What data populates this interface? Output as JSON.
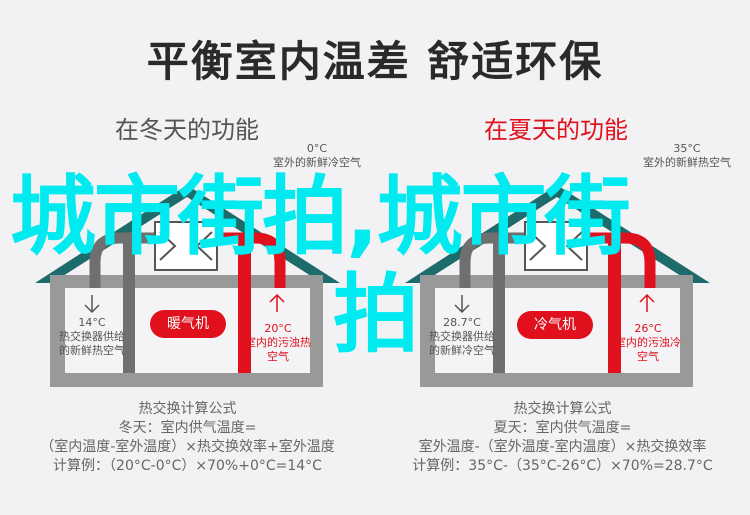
{
  "title": "平衡室内温差 舒适环保",
  "winter": {
    "heading": "在冬天的功能",
    "outdoor_temp": "0°C",
    "outdoor_desc": "室外的新鲜冷空气",
    "supply_temp": "14°C",
    "supply_desc": "热交换器供给的新鲜热空气",
    "device": "暖气机",
    "indoor_temp": "20°C",
    "indoor_desc": "室内的污浊热空气",
    "formula": [
      "热交换计算公式",
      "冬天：室内供气温度=",
      "（室内温度-室外温度）×热交换效率+室外温度",
      "计算例：（20°C-0°C）×70%+0°C=14°C"
    ]
  },
  "summer": {
    "heading": "在夏天的功能",
    "outdoor_temp": "35°C",
    "outdoor_desc": "室外的新鲜热空气",
    "supply_temp": "28.7°C",
    "supply_desc": "热交换器供给的新鲜冷空气",
    "device": "冷气机",
    "indoor_temp": "26°C",
    "indoor_desc": "室内的污浊冷空气",
    "formula": [
      "热交换计算公式",
      "夏天：室内供气温度=",
      "室外温度-（室外温度-室内温度）×热交换效率",
      "计算例：35°C-（35°C-26°C）×70%=28.7°C"
    ]
  },
  "watermark": {
    "line1": "城市街拍,城市街",
    "line2": "拍"
  },
  "colors": {
    "red": "#e0101c",
    "roof": "#1e6b6b",
    "wall": "#999999",
    "accent": "#00eaf0"
  }
}
